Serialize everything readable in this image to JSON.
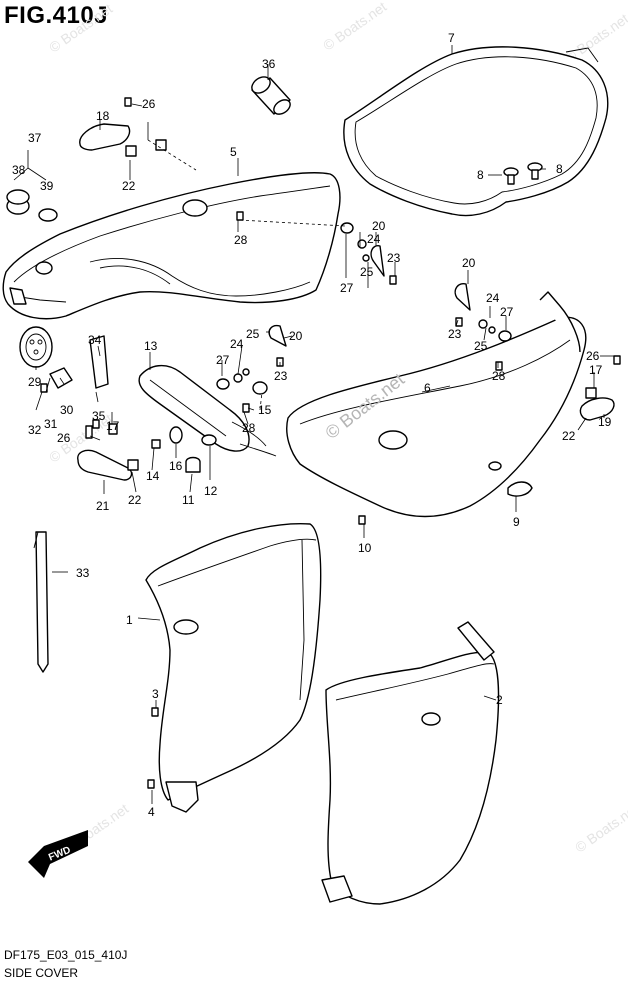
{
  "figure": {
    "title": "FIG.410J",
    "code": "DF175_E03_015_410J",
    "name": "SIDE COVER"
  },
  "watermark": {
    "text": "© Boats.net",
    "center_text": "© Boats.net"
  },
  "fwd_label": "FWD",
  "callouts": [
    "1",
    "2",
    "3",
    "4",
    "5",
    "6",
    "7",
    "8",
    "8",
    "9",
    "10",
    "11",
    "12",
    "13",
    "14",
    "15",
    "16",
    "17",
    "17",
    "18",
    "19",
    "20",
    "20",
    "20",
    "21",
    "22",
    "22",
    "22",
    "23",
    "23",
    "23",
    "24",
    "24",
    "24",
    "25",
    "25",
    "25",
    "26",
    "26",
    "26",
    "27",
    "27",
    "27",
    "28",
    "28",
    "28",
    "29",
    "30",
    "31",
    "32",
    "33",
    "34",
    "35",
    "36",
    "37",
    "38",
    "39"
  ]
}
